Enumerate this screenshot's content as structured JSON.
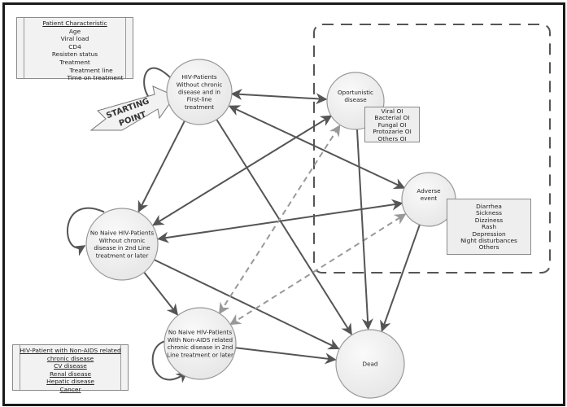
{
  "diagram": {
    "title": "HIV patient treatment state transition model",
    "start_label": [
      "STARTING",
      "POINT"
    ],
    "patient_characteristics": {
      "heading": "Patient Characteristic",
      "items": [
        "Age",
        "Viral load",
        "CD4",
        "Resisten status",
        "Treatment",
        "Treatment line",
        "Time on treatment"
      ]
    },
    "chronic_disease_legend": {
      "heading": [
        "HIV-Patient with Non-AIDS related",
        "chronic disease"
      ],
      "items": [
        "CV disease",
        "Renal disease",
        "Hepatic disease",
        "Cancer"
      ]
    },
    "nodes": [
      {
        "id": "first_line",
        "label": [
          "HIV-Patients",
          "Without chronic",
          "disease and in",
          "First-line",
          "treatment"
        ]
      },
      {
        "id": "second_line",
        "label": [
          "No Naive HIV-Patients",
          "Without chronic",
          "disease in 2nd Line",
          "treatment or later"
        ]
      },
      {
        "id": "chronic",
        "label": [
          "No Naive HIV-Patients",
          "With Non-AIDS related",
          "chronic disease in 2nd",
          "Line treatment or later"
        ]
      },
      {
        "id": "oi",
        "label": [
          "Oportunistic",
          "disease"
        ]
      },
      {
        "id": "adverse",
        "label": [
          "Adverse",
          "event"
        ]
      },
      {
        "id": "dead",
        "label": [
          "Dead"
        ]
      }
    ],
    "oi_types": [
      "Viral OI",
      "Bacterial OI",
      "Fungal OI",
      "Protozarie OI",
      "Others OI"
    ],
    "adverse_types": [
      "Diarrhea",
      "Sickness",
      "Dizziness",
      "Rash",
      "Depression",
      "Night disturbances",
      "Others"
    ],
    "edges": [
      {
        "from": "first_line",
        "to": "first_line",
        "style": "solid"
      },
      {
        "from": "second_line",
        "to": "second_line",
        "style": "solid"
      },
      {
        "from": "chronic",
        "to": "chronic",
        "style": "solid"
      },
      {
        "from": "first_line",
        "to": "oi",
        "style": "solid",
        "bidirectional": true
      },
      {
        "from": "adverse",
        "to": "first_line",
        "style": "solid",
        "bidirectional": true
      },
      {
        "from": "first_line",
        "to": "second_line",
        "style": "solid"
      },
      {
        "from": "first_line",
        "to": "dead",
        "style": "solid"
      },
      {
        "from": "oi",
        "to": "second_line",
        "style": "solid",
        "bidirectional": true
      },
      {
        "from": "adverse",
        "to": "second_line",
        "style": "solid",
        "bidirectional": true
      },
      {
        "from": "second_line",
        "to": "chronic",
        "style": "solid"
      },
      {
        "from": "second_line",
        "to": "dead",
        "style": "solid"
      },
      {
        "from": "chronic",
        "to": "oi",
        "style": "dashed",
        "bidirectional": true
      },
      {
        "from": "chronic",
        "to": "adverse",
        "style": "dashed",
        "bidirectional": true
      },
      {
        "from": "chronic",
        "to": "dead",
        "style": "solid"
      },
      {
        "from": "oi",
        "to": "dead",
        "style": "solid"
      },
      {
        "from": "adverse",
        "to": "dead",
        "style": "solid"
      }
    ]
  }
}
